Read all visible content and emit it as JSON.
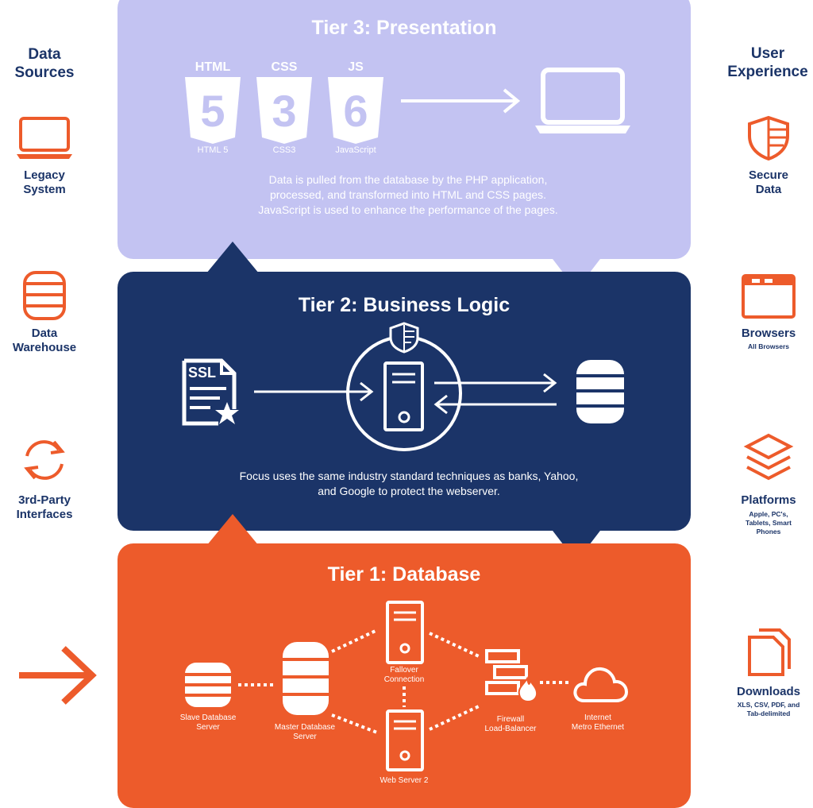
{
  "left_column": {
    "heading": "Data\nSources",
    "items": [
      {
        "label": "Legacy\nSystem",
        "icon": "laptop-icon"
      },
      {
        "label": "Data\nWarehouse",
        "icon": "database-icon"
      },
      {
        "label": "3rd-Party\nInterfaces",
        "icon": "sync-arrows-icon"
      }
    ],
    "arrow_icon": "arrow-right-icon"
  },
  "right_column": {
    "heading": "User\nExperience",
    "items": [
      {
        "label": "Secure\nData",
        "sub": "",
        "icon": "shield-icon"
      },
      {
        "label": "Browsers",
        "sub": "All Browsers",
        "icon": "browser-window-icon"
      },
      {
        "label": "Platforms",
        "sub": "Apple, PC's,\nTablets, Smart\nPhones",
        "icon": "layers-icon"
      },
      {
        "label": "Downloads",
        "sub": "XLS, CSV, PDF, and\nTab-delimited",
        "icon": "documents-icon"
      }
    ]
  },
  "tiers": {
    "tier3": {
      "title": "Tier 3: Presentation",
      "badges": [
        {
          "top": "HTML",
          "digit": "5",
          "label": "HTML 5"
        },
        {
          "top": "CSS",
          "digit": "3",
          "label": "CSS3"
        },
        {
          "top": "JS",
          "digit": "6",
          "label": "JavaScript"
        }
      ],
      "description": "Data is pulled from the database by the PHP application, processed, and transformed into HTML and CSS pages. JavaScript is used to enhance the performance of the pages.",
      "color": "#c3c3f2"
    },
    "tier2": {
      "title": "Tier 2: Business Logic",
      "ssl_text": "SSL",
      "description": "Focus uses the same industry standard techniques as banks, Yahoo, and Google to protect the webserver.",
      "color": "#1b3468"
    },
    "tier1": {
      "title": "Tier 1: Database",
      "nodes": {
        "slave": "Slave Database\nServer",
        "master": "Master Database\nServer",
        "failover": "Fallover\nConnection",
        "webserver2": "Web Server 2",
        "firewall": "Firewall\nLoad-Balancer",
        "internet": "Internet\nMetro Ethernet"
      },
      "color": "#ed5b2b"
    }
  },
  "colors": {
    "navy": "#1b3468",
    "orange": "#ed5b2b",
    "lavender": "#c3c3f2",
    "white": "#ffffff"
  }
}
